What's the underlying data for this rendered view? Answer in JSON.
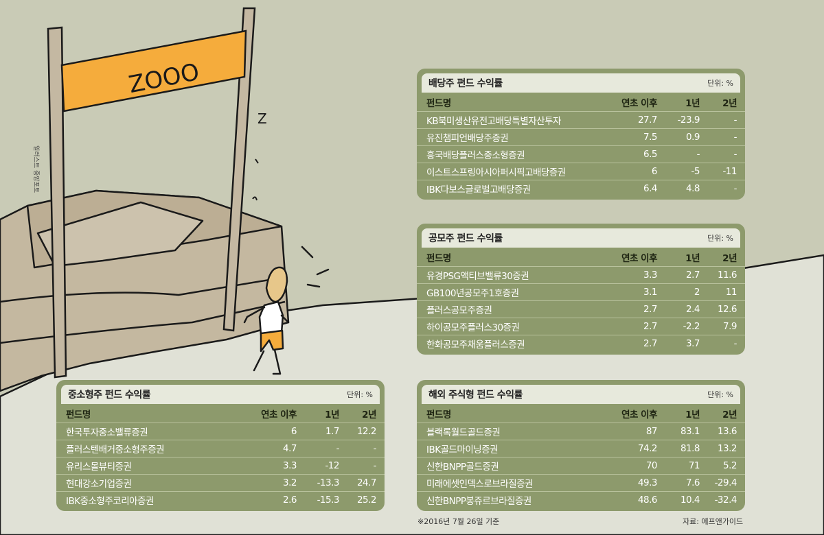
{
  "credit": "일러스트 중앙포토",
  "illustration": {
    "sign_text": "ZOOO",
    "sleep_mark": "Z"
  },
  "colors": {
    "panel": "#8d9a6c",
    "header": "#e7e9dc",
    "background": "#c9cbb6",
    "sign": "#f5ac3c"
  },
  "table_header": {
    "name": "펀드명",
    "ytd": "연초 이후",
    "y1": "1년",
    "y2": "2년"
  },
  "chart_data": [
    {
      "type": "table",
      "title": "배당주 펀드 수익률",
      "unit": "단위: %",
      "columns": [
        "펀드명",
        "연초 이후",
        "1년",
        "2년"
      ],
      "rows": [
        [
          "KB북미생산유전고배당특별자산투자",
          "27.7",
          "-23.9",
          "-"
        ],
        [
          "유진챔피언배당주증권",
          "7.5",
          "0.9",
          "-"
        ],
        [
          "흥국배당플러스중소형증권",
          "6.5",
          "-",
          "-"
        ],
        [
          "이스트스프링아시아퍼시픽고배당증권",
          "6",
          "-5",
          "-11"
        ],
        [
          "IBK다보스글로벌고배당증권",
          "6.4",
          "4.8",
          "-"
        ]
      ]
    },
    {
      "type": "table",
      "title": "공모주 펀드 수익률",
      "unit": "단위: %",
      "columns": [
        "펀드명",
        "연초 이후",
        "1년",
        "2년"
      ],
      "rows": [
        [
          "유경PSG액티브밸류30증권",
          "3.3",
          "2.7",
          "11.6"
        ],
        [
          "GB100년공모주1호증권",
          "3.1",
          "2",
          "11"
        ],
        [
          "플러스공모주증권",
          "2.7",
          "2.4",
          "12.6"
        ],
        [
          "하이공모주플러스30증권",
          "2.7",
          "-2.2",
          "7.9"
        ],
        [
          "한화공모주채움플러스증권",
          "2.7",
          "3.7",
          "-"
        ]
      ]
    },
    {
      "type": "table",
      "title": "중소형주 펀드 수익률",
      "unit": "단위: %",
      "columns": [
        "펀드명",
        "연초 이후",
        "1년",
        "2년"
      ],
      "rows": [
        [
          "한국투자중소밸류증권",
          "6",
          "1.7",
          "12.2"
        ],
        [
          "플러스텐배거중소형주증권",
          "4.7",
          "-",
          "-"
        ],
        [
          "유리스몰뷰티증권",
          "3.3",
          "-12",
          "-"
        ],
        [
          "현대강소기업증권",
          "3.2",
          "-13.3",
          "24.7"
        ],
        [
          "IBK중소형주코리아증권",
          "2.6",
          "-15.3",
          "25.2"
        ]
      ]
    },
    {
      "type": "table",
      "title": "해외 주식형 펀드 수익률",
      "unit": "단위: %",
      "columns": [
        "펀드명",
        "연초 이후",
        "1년",
        "2년"
      ],
      "rows": [
        [
          "블랙록월드골드증권",
          "87",
          "83.1",
          "13.6"
        ],
        [
          "IBK골드마이닝증권",
          "74.2",
          "81.8",
          "13.2"
        ],
        [
          "신한BNPP골드증권",
          "70",
          "71",
          "5.2"
        ],
        [
          "미래에셋인덱스로브라질증권",
          "49.3",
          "7.6",
          "-29.4"
        ],
        [
          "신한BNPP봉쥬르브라질증권",
          "48.6",
          "10.4",
          "-32.4"
        ]
      ]
    }
  ],
  "footnote": "※2016년 7월 26일 기준",
  "source": "자료: 에프앤가이드"
}
